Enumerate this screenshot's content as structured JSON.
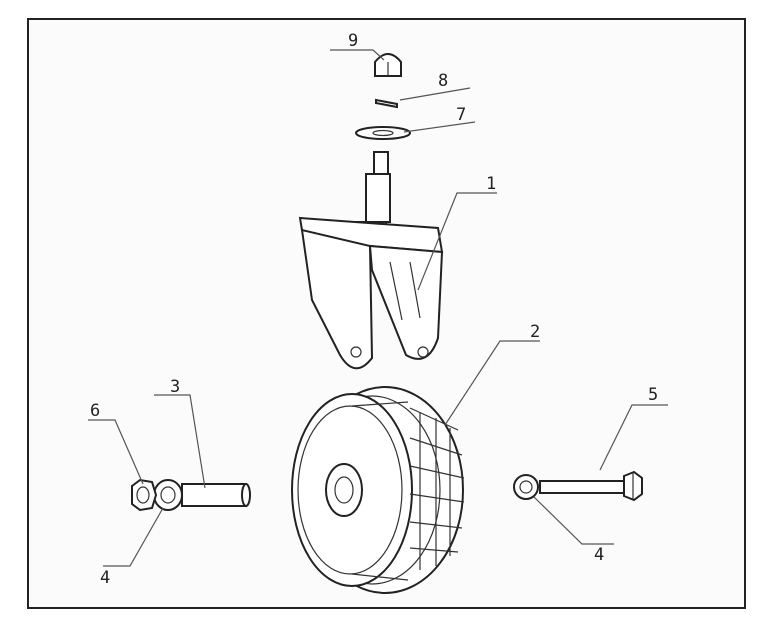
{
  "diagram": {
    "callouts": [
      {
        "id": "callout-9",
        "label": "9",
        "part": "acorn-nut"
      },
      {
        "id": "callout-8",
        "label": "8",
        "part": "cotter-pin"
      },
      {
        "id": "callout-7",
        "label": "7",
        "part": "washer"
      },
      {
        "id": "callout-1",
        "label": "1",
        "part": "fork-bracket"
      },
      {
        "id": "callout-2",
        "label": "2",
        "part": "wheel"
      },
      {
        "id": "callout-3",
        "label": "3",
        "part": "axle-sleeve"
      },
      {
        "id": "callout-6",
        "label": "6",
        "part": "nut"
      },
      {
        "id": "callout-4a",
        "label": "4",
        "part": "washer-left"
      },
      {
        "id": "callout-5",
        "label": "5",
        "part": "bolt"
      },
      {
        "id": "callout-4b",
        "label": "4",
        "part": "washer-right"
      }
    ]
  }
}
